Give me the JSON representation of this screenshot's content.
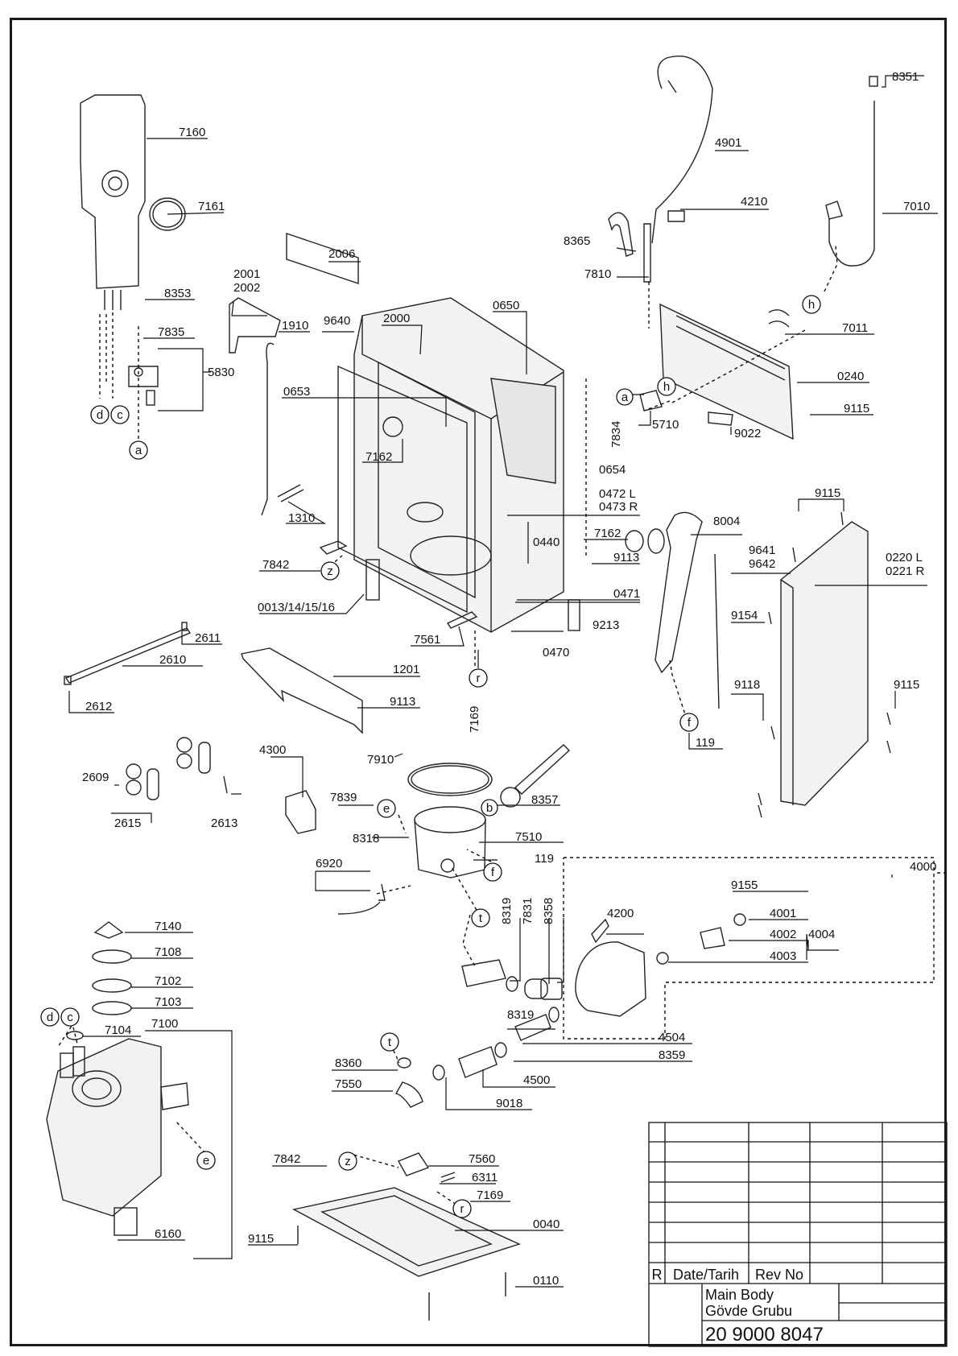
{
  "drawing": {
    "part_labels": [
      "7160",
      "7161",
      "8353",
      "7835",
      "5830",
      "2006",
      "2001",
      "2002",
      "1910",
      "9640",
      "2000",
      "0650",
      "0653",
      "7162",
      "1310",
      "7842",
      "0013/14/15/16",
      "2611",
      "2610",
      "2612",
      "1201",
      "9113",
      "7561",
      "7169",
      "0470",
      "9213",
      "0471",
      "9113",
      "7162",
      "0440",
      "0472 L",
      "0473 R",
      "0654",
      "8004",
      "9115",
      "9641",
      "9642",
      "0220 L",
      "0221 R",
      "9154",
      "9118",
      "9115",
      "119",
      "8351",
      "4901",
      "4210",
      "7010",
      "8365",
      "7810",
      "7011",
      "0240",
      "9115",
      "9022",
      "5710",
      "7834",
      "4300",
      "7910",
      "8357",
      "7839",
      "8318",
      "7510",
      "119",
      "6920",
      "4000",
      "9155",
      "4001",
      "4002",
      "4004",
      "4003",
      "4200",
      "8319",
      "7831",
      "8358",
      "8319",
      "4504",
      "8359",
      "4500",
      "8360",
      "7550",
      "9018",
      "2609",
      "2615",
      "2613",
      "7140",
      "7108",
      "7102",
      "7103",
      "7100",
      "7104",
      "6160",
      "7842",
      "7560",
      "6311",
      "7169",
      "0040",
      "9115",
      "0110"
    ],
    "connector_letters": [
      "a",
      "b",
      "c",
      "d",
      "e",
      "f",
      "h",
      "r",
      "t",
      "z"
    ]
  },
  "title_block": {
    "rev_col": "R",
    "date_label": "Date/Tarih",
    "revno_label": "Rev No",
    "title_en": "Main Body",
    "title_tr": "Gövde Grubu",
    "doc_number": "20 9000 8047"
  }
}
